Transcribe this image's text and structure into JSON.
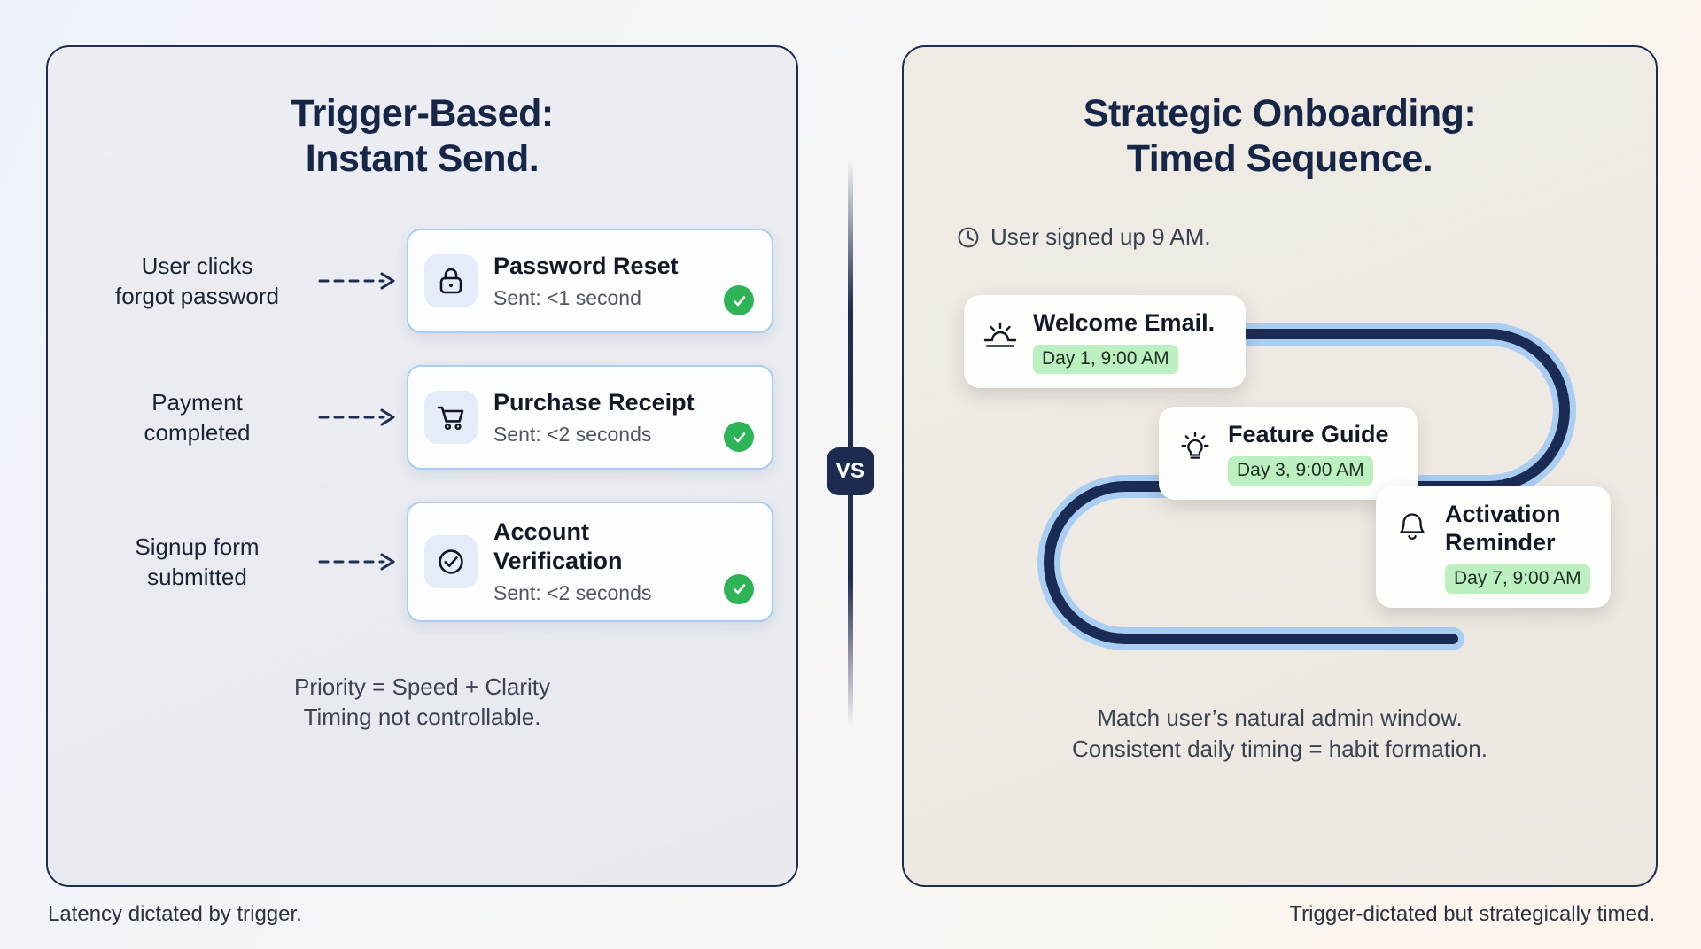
{
  "left_panel": {
    "title_line1": "Trigger-Based:",
    "title_line2": "Instant Send.",
    "rows": [
      {
        "trigger_line1": "User clicks",
        "trigger_line2": "forgot password",
        "icon": "lock-icon",
        "card_title": "Password Reset",
        "card_sub": "Sent: <1 second",
        "status": "check-icon"
      },
      {
        "trigger_line1": "Payment",
        "trigger_line2": "completed",
        "icon": "shopping-cart-icon",
        "card_title": "Purchase Receipt",
        "card_sub": "Sent: <2 seconds",
        "status": "check-icon"
      },
      {
        "trigger_line1": "Signup form",
        "trigger_line2": "submitted",
        "icon": "check-circle-icon",
        "card_title": "Account Verification",
        "card_sub": "Sent: <2 seconds",
        "status": "check-icon"
      }
    ],
    "footnote_line1": "Priority = Speed + Clarity",
    "footnote_line2": "Timing not controllable.",
    "caption": "Latency dictated by trigger."
  },
  "right_panel": {
    "title_line1": "Strategic Onboarding:",
    "title_line2": "Timed Sequence.",
    "signup_note": "User signed up 9 AM.",
    "signup_note_icon": "clock-icon",
    "sequence": [
      {
        "icon": "sunrise-icon",
        "title": "Welcome Email.",
        "badge": "Day 1, 9:00 AM"
      },
      {
        "icon": "lightbulb-icon",
        "title": "Feature Guide",
        "badge": "Day 3, 9:00 AM"
      },
      {
        "icon": "bell-icon",
        "title": "Activation Reminder",
        "badge": "Day 7, 9:00 AM"
      }
    ],
    "footnote_line1": "Match user’s natural admin window.",
    "footnote_line2": "Consistent daily timing = habit formation.",
    "caption": "Trigger-dictated but strategically timed."
  },
  "divider": {
    "vs_label": "VS"
  },
  "colors": {
    "navy": "#1e2d52",
    "card_border_blue": "#a9cdf0",
    "path_dark": "#1b2c54",
    "path_glow": "#a9cdf0",
    "check_green": "#2eb457",
    "badge_green": "#bdf0c1",
    "left_bg": "#eceef3",
    "right_bg": "#efeae4"
  }
}
